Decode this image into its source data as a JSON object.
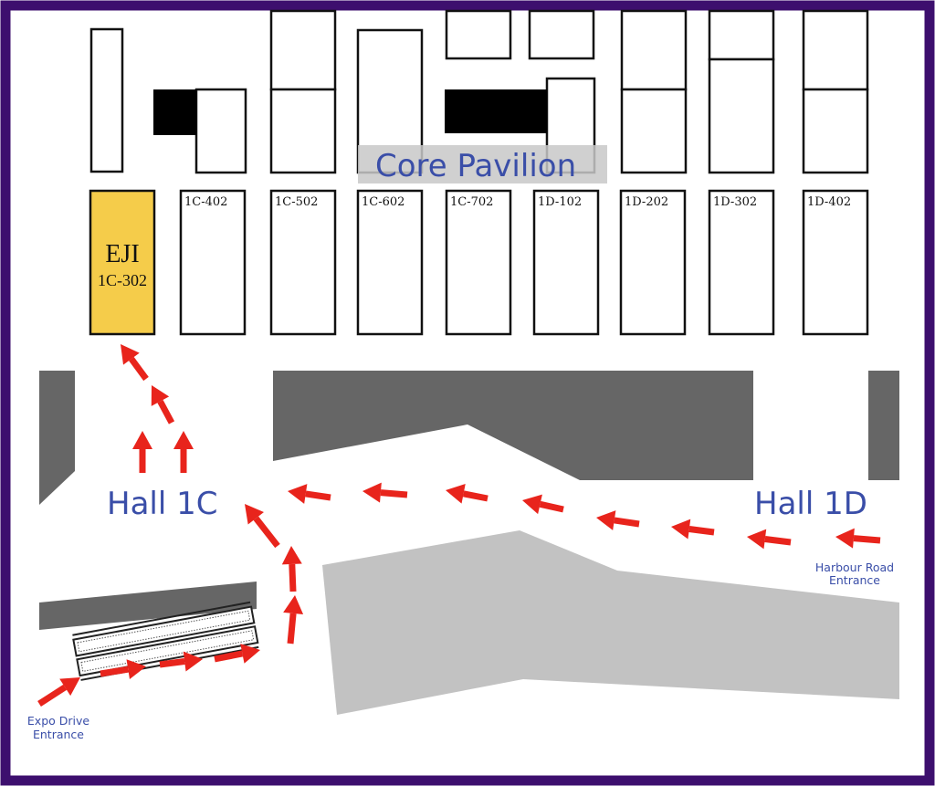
{
  "map": {
    "pavilion_label": "Core Pavilion",
    "featured_booth": {
      "name": "EJI",
      "code": "1C-302"
    },
    "booths": [
      "1C-402",
      "1C-502",
      "1C-602",
      "1C-702",
      "1D-102",
      "1D-202",
      "1D-302",
      "1D-402"
    ],
    "halls": {
      "left": "Hall 1C",
      "right": "Hall 1D"
    },
    "entrances": {
      "left": {
        "line1": "Expo Drive",
        "line2": "Entrance"
      },
      "right": {
        "line1": "Harbour Road",
        "line2": "Entrance"
      }
    }
  },
  "colors": {
    "frame": "#3d0f6e",
    "featured_fill": "#f5cc4a",
    "hall_text": "#3a4ea8",
    "arrow": "#e8241c",
    "dark_block": "#666666",
    "light_block": "#c2c2c2",
    "pavilion_bg": "#c8c8c8"
  },
  "icons": {
    "route_arrow": "red-arrow-icon",
    "escalator": "escalator-icon"
  }
}
